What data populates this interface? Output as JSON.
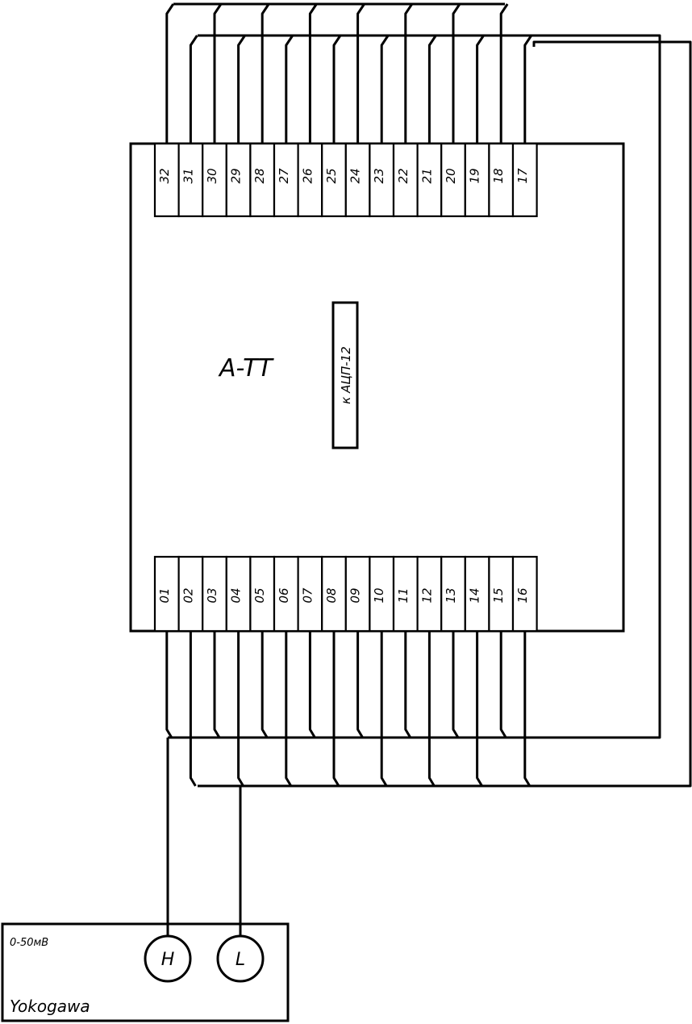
{
  "module": {
    "name": "A-TT",
    "connector_label": "к АЦП-12",
    "top_terminals": [
      "32",
      "31",
      "30",
      "29",
      "28",
      "27",
      "26",
      "25",
      "24",
      "23",
      "22",
      "21",
      "20",
      "19",
      "18",
      "17"
    ],
    "bottom_terminals": [
      "01",
      "02",
      "03",
      "04",
      "05",
      "06",
      "07",
      "08",
      "09",
      "10",
      "11",
      "12",
      "13",
      "14",
      "15",
      "16"
    ]
  },
  "instrument": {
    "range_label": "0-50мВ",
    "brand": "Yokogawa",
    "inputs": [
      "H",
      "L"
    ]
  }
}
